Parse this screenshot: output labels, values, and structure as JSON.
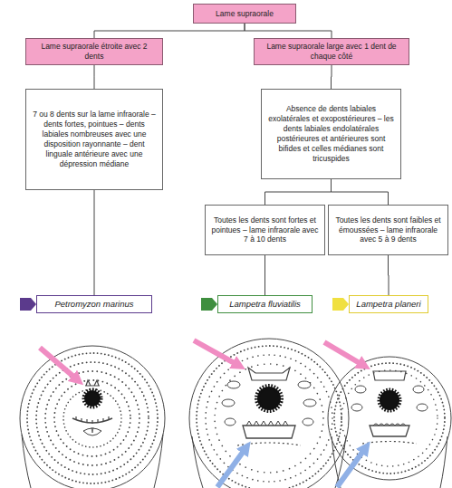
{
  "diagram": {
    "nodes": [
      {
        "text": [
          "Lame supraorale"
        ]
      },
      {
        "text": [
          "Lame supraorale étroite avec 2 dents"
        ]
      },
      {
        "text": [
          "Lame supraorale large avec 1 dent de chaque côté"
        ]
      },
      {
        "text": [
          "7 ou 8 dents sur la lame infraorale – dents fortes, pointues – dents labiales nombreuses avec une disposition rayonnante – dent linguale antérieure avec une dépression médiane"
        ]
      },
      {
        "text": [
          "Absence de dents labiales exolatérales et exopostérieures – les dents labiales endolatérales postérieures et antérieures sont bifides et celles médianes sont tricuspides"
        ]
      },
      {
        "text": [
          "Toutes les dents sont fortes et pointues – lame infraorale avec 7 à 10 dents"
        ]
      },
      {
        "text": [
          "Toutes les dents sont faibles et émoussées – lame infraorale avec 5 à 9 dents"
        ]
      },
      {
        "text": [
          "Petromyzon marinus"
        ]
      },
      {
        "text": [
          "Lampetra fluviatilis"
        ]
      },
      {
        "text": [
          "Lampetra planeri"
        ]
      }
    ],
    "edges": [
      {
        "from": 0,
        "to": 1,
        "arrow": "none"
      },
      {
        "from": 0,
        "to": 2,
        "arrow": "none"
      },
      {
        "from": 1,
        "to": 3,
        "arrow": "none"
      },
      {
        "from": 2,
        "to": 4,
        "arrow": "none"
      },
      {
        "from": 4,
        "to": 5,
        "arrow": "none"
      },
      {
        "from": 4,
        "to": 6,
        "arrow": "none"
      },
      {
        "from": 3,
        "to": 7,
        "arrow": "none"
      },
      {
        "from": 5,
        "to": 8,
        "arrow": "none"
      },
      {
        "from": 6,
        "to": 9,
        "arrow": "none"
      }
    ]
  }
}
